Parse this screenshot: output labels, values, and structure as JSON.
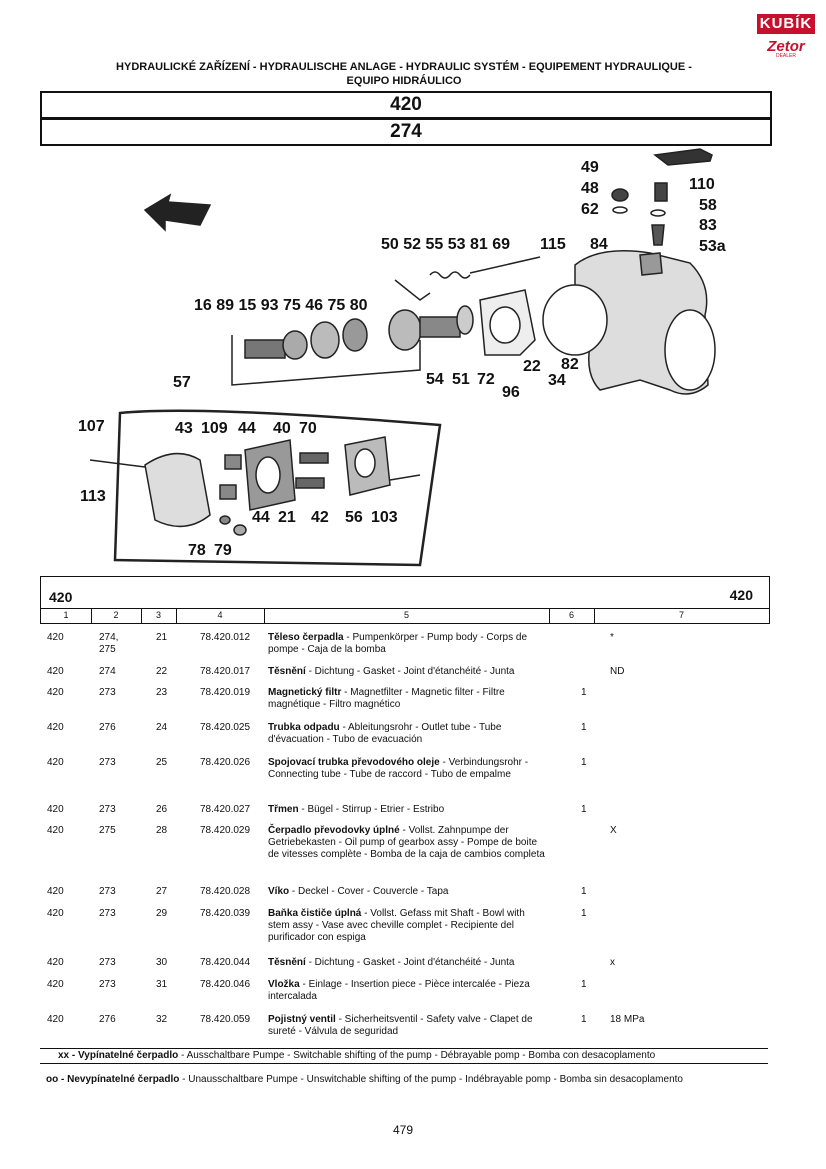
{
  "brand": {
    "name": "KUBÍK",
    "sub": "Zetor",
    "tag": "DEALER",
    "color": "#c8102e"
  },
  "heading": {
    "line1": "HYDRAULICKÉ ZAŘÍZENÍ - HYDRAULISCHE ANLAGE - HYDRAULIC SYSTÉM - EQUIPEMENT HYDRAULIQUE -",
    "line2": "EQUIPO HIDRÁULICO"
  },
  "model": "420",
  "group": "274",
  "diagram": {
    "callouts": [
      {
        "t": "49"
      },
      {
        "t": "110"
      },
      {
        "t": "48"
      },
      {
        "t": "58"
      },
      {
        "t": "62"
      },
      {
        "t": "83"
      },
      {
        "t": "53a"
      },
      {
        "t": "50 52 55 53 81 69"
      },
      {
        "t": "115"
      },
      {
        "t": "84"
      },
      {
        "t": "16 89 15 93 75 46 75 80"
      },
      {
        "t": "22"
      },
      {
        "t": "82"
      },
      {
        "t": "54"
      },
      {
        "t": "51"
      },
      {
        "t": "72"
      },
      {
        "t": "34"
      },
      {
        "t": "96"
      },
      {
        "t": "57"
      },
      {
        "t": "107"
      },
      {
        "t": "43"
      },
      {
        "t": "109"
      },
      {
        "t": "44"
      },
      {
        "t": "40"
      },
      {
        "t": "70"
      },
      {
        "t": "113"
      },
      {
        "t": "44"
      },
      {
        "t": "21"
      },
      {
        "t": "42"
      },
      {
        "t": "56"
      },
      {
        "t": "103"
      },
      {
        "t": "78"
      },
      {
        "t": "79"
      }
    ]
  },
  "table": {
    "left_label": "420",
    "right_label": "420",
    "columns": [
      "1",
      "2",
      "3",
      "4",
      "5",
      "6",
      "7"
    ],
    "rows": [
      {
        "c1": "420",
        "c2": "274,\n275",
        "c3": "21",
        "c4": "78.420.012",
        "name": "Těleso čerpadla",
        "desc": " - Pumpenkörper - Pump body - Corps de pompe - Caja de la bomba",
        "c6": "",
        "c7": "*"
      },
      {
        "c1": "420",
        "c2": "274",
        "c3": "22",
        "c4": "78.420.017",
        "name": "Těsnění",
        "desc": " - Dichtung - Gasket - Joint d'étanchéité - Junta",
        "c6": "",
        "c7": "ND"
      },
      {
        "c1": "420",
        "c2": "273",
        "c3": "23",
        "c4": "78.420.019",
        "name": "Magnetický filtr",
        "desc": " - Magnetfilter - Magnetic filter - Filtre magnétique - Filtro magnético",
        "c6": "1",
        "c7": ""
      },
      {
        "c1": "420",
        "c2": "276",
        "c3": "24",
        "c4": "78.420.025",
        "name": "Trubka odpadu",
        "desc": " - Ableitungsrohr - Outlet tube - Tube d'évacuation - Tubo de evacuación",
        "c6": "1",
        "c7": ""
      },
      {
        "c1": "420",
        "c2": "273",
        "c3": "25",
        "c4": "78.420.026",
        "name": "Spojovací trubka převodového oleje",
        "desc": " - Verbindungsrohr - Connecting tube - Tube de raccord - Tubo de empalme",
        "c6": "1",
        "c7": ""
      },
      {
        "c1": "420",
        "c2": "273",
        "c3": "26",
        "c4": "78.420.027",
        "name": "Třmen",
        "desc": " - Bügel - Stirrup - Etrier - Estribo",
        "c6": "1",
        "c7": ""
      },
      {
        "c1": "420",
        "c2": "275",
        "c3": "28",
        "c4": "78.420.029",
        "name": "Čerpadlo převodovky úplné",
        "desc": " - Vollst. Zahnpumpe der Getriebekasten - Oil pump of gearbox assy - Pompe de boite de vitesses complète - Bomba de la caja de cambios completa",
        "c6": "",
        "c7": "X"
      },
      {
        "c1": "420",
        "c2": "273",
        "c3": "27",
        "c4": "78.420.028",
        "name": "Víko",
        "desc": " - Deckel - Cover - Couvercle - Tapa",
        "c6": "1",
        "c7": ""
      },
      {
        "c1": "420",
        "c2": "273",
        "c3": "29",
        "c4": "78.420.039",
        "name": "Baňka čističe úplná",
        "desc": " - Vollst. Gefass mit Shaft - Bowl with stem assy - Vase avec cheville complet - Recipiente del purificador con espiga",
        "c6": "1",
        "c7": ""
      },
      {
        "c1": "420",
        "c2": "273",
        "c3": "30",
        "c4": "78.420.044",
        "name": "Těsnění",
        "desc": " - Dichtung - Gasket - Joint d'étanchéité - Junta",
        "c6": "",
        "c7": "x"
      },
      {
        "c1": "420",
        "c2": "273",
        "c3": "31",
        "c4": "78.420.046",
        "name": "Vložka",
        "desc": " - Einlage - Insertion piece - Pièce intercalée - Pieza intercalada",
        "c6": "1",
        "c7": ""
      },
      {
        "c1": "420",
        "c2": "276",
        "c3": "32",
        "c4": "78.420.059",
        "name": "Pojistný ventil",
        "desc": " - Sicherheitsventil - Safety valve - Clapet de sureté - Válvula de seguridad",
        "c6": "1",
        "c7": "18 MPa"
      }
    ]
  },
  "footnotes": {
    "xx_term": "xx - Vypínatelné čerpadlo",
    "xx_text": " - Ausschaltbare Pumpe - Switchable shifting of the pump - Débrayable pomp - Bomba con desacoplamento",
    "oo_term": "oo - Nevypínatelné čerpadlo",
    "oo_text": " - Unausschaltbare Pumpe - Unswitchable shifting of the pump - Indébrayable pomp - Bomba sin desacoplamento"
  },
  "page_number": "479"
}
